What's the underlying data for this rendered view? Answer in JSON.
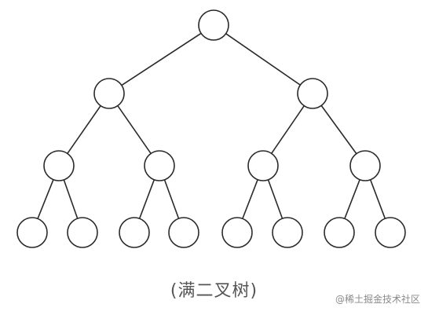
{
  "diagram": {
    "type": "full-binary-tree",
    "depth": 4,
    "node_count": 15,
    "line_color": "#2a2a2a",
    "node_fill": "#ffffff"
  },
  "caption": "(满二叉树)",
  "watermark": "@稀土掘金技术社区"
}
